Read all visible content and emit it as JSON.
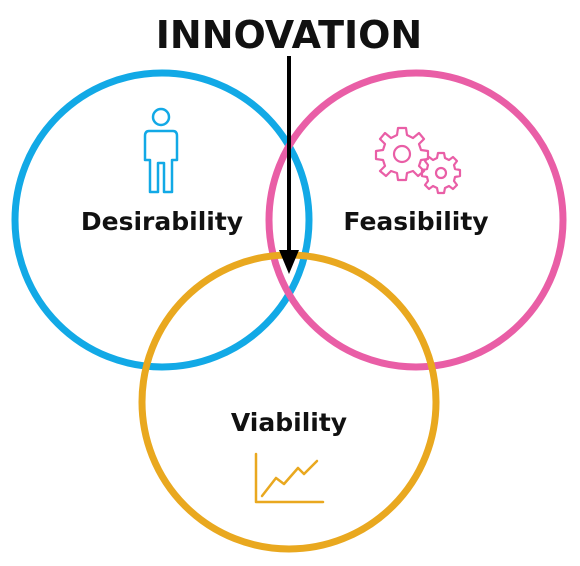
{
  "title": "INNOVATION",
  "circles": {
    "desirability": {
      "label": "Desirability",
      "color": "#12a9e6",
      "icon": "person-icon"
    },
    "feasibility": {
      "label": "Feasibility",
      "color": "#e95ea6",
      "icon": "gears-icon"
    },
    "viability": {
      "label": "Viability",
      "color": "#e9a81f",
      "icon": "line-chart-icon"
    }
  },
  "arrow": {
    "color": "#000000"
  }
}
